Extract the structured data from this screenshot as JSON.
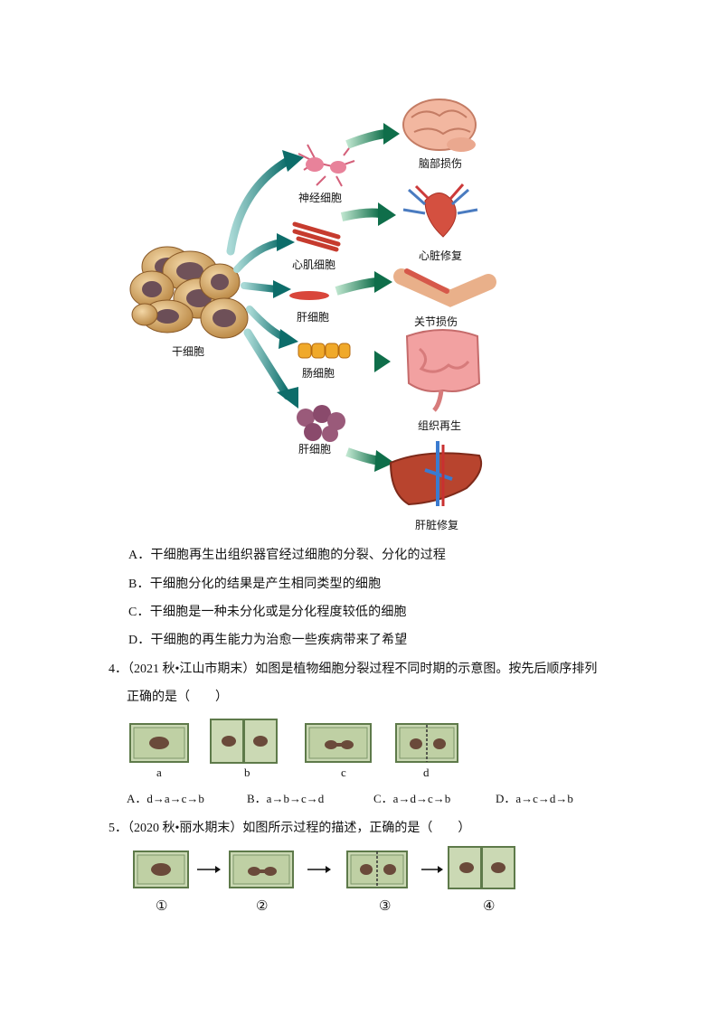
{
  "figure": {
    "stem_cell_label": "干细胞",
    "cells": [
      "神经细胞",
      "心肌细胞",
      "肝细胞",
      "肠细胞",
      "肝细胞"
    ],
    "outcomes": [
      "脑部损伤",
      "心脏修复",
      "关节损伤",
      "组织再生",
      "肝脏修复"
    ]
  },
  "q3_options": [
    "A．干细胞再生出组织器官经过细胞的分裂、分化的过程",
    "B．干细胞分化的结果是产生相同类型的细胞",
    "C．干细胞是一种未分化或是分化程度较低的细胞",
    "D．干细胞的再生能力为治愈一些疾病带来了希望"
  ],
  "q4": {
    "line1": "4．（2021 秋•江山市期末）如图是植物细胞分裂过程不同时期的示意图。按先后顺序排列",
    "line2": "正确的是（　　）",
    "labels": [
      "a",
      "b",
      "c",
      "d"
    ],
    "options": [
      "A．d→a→c→b",
      "B．a→b→c→d",
      "C．a→d→c→b",
      "D．a→c→d→b"
    ]
  },
  "q5": {
    "line1": "5．（2020 秋•丽水期末）如图所示过程的描述，正确的是（　　）",
    "labels": [
      "①",
      "②",
      "③",
      "④"
    ]
  }
}
